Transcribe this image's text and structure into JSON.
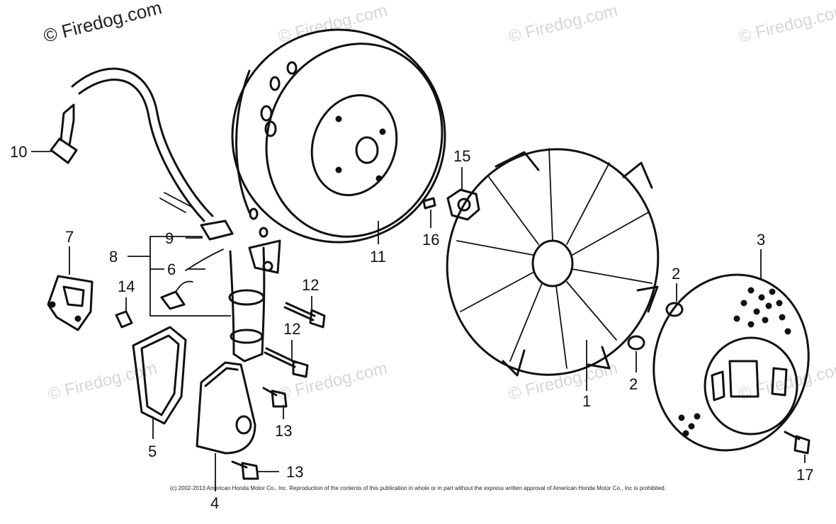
{
  "watermark_text": "© Firedog.com",
  "copyright": "(c) 2002-2013 American Honda Motor Co., Inc. Reproduction of the contents of this publication in whole or in part without the express written approval of American Honda Motor Co., Inc is prohibited.",
  "callouts": {
    "c1": "1",
    "c2a": "2",
    "c2b": "2",
    "c3": "3",
    "c4": "4",
    "c5": "5",
    "c6": "6",
    "c7": "7",
    "c8": "8",
    "c9": "9",
    "c10": "10",
    "c11": "11",
    "c12a": "12",
    "c12b": "12",
    "c13a": "13",
    "c13b": "13",
    "c14": "14",
    "c15": "15",
    "c16": "16",
    "c17": "17"
  },
  "colors": {
    "ink": "#111111",
    "watermark": "#d6d6d6"
  }
}
